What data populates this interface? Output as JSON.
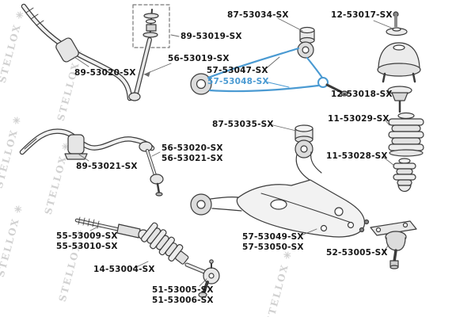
{
  "watermark": {
    "text": "STELLOX ✳"
  },
  "colors": {
    "highlight": "#4a9ad2",
    "line": "#3b3b3b",
    "watermark": "#cdcdcd"
  },
  "selected_part": "57-53048-SX",
  "parts": [
    {
      "label": "87-53034-SX"
    },
    {
      "label": "12-53017-SX"
    },
    {
      "label": "89-53019-SX"
    },
    {
      "label": "56-53019-SX"
    },
    {
      "label": "89-53020-SX"
    },
    {
      "label": "57-53047-SX"
    },
    {
      "label": "57-53048-SX",
      "highlighted": true
    },
    {
      "label": "12-53018-SX"
    },
    {
      "label": "11-53029-SX"
    },
    {
      "label": "87-53035-SX"
    },
    {
      "label": "56-53020-SX"
    },
    {
      "label": "56-53021-SX"
    },
    {
      "label": "11-53028-SX"
    },
    {
      "label": "89-53021-SX"
    },
    {
      "label": "55-53009-SX"
    },
    {
      "label": "55-53010-SX"
    },
    {
      "label": "57-53049-SX"
    },
    {
      "label": "57-53050-SX"
    },
    {
      "label": "52-53005-SX"
    },
    {
      "label": "14-53004-SX"
    },
    {
      "label": "51-53005-SX"
    },
    {
      "label": "51-53006-SX"
    }
  ]
}
